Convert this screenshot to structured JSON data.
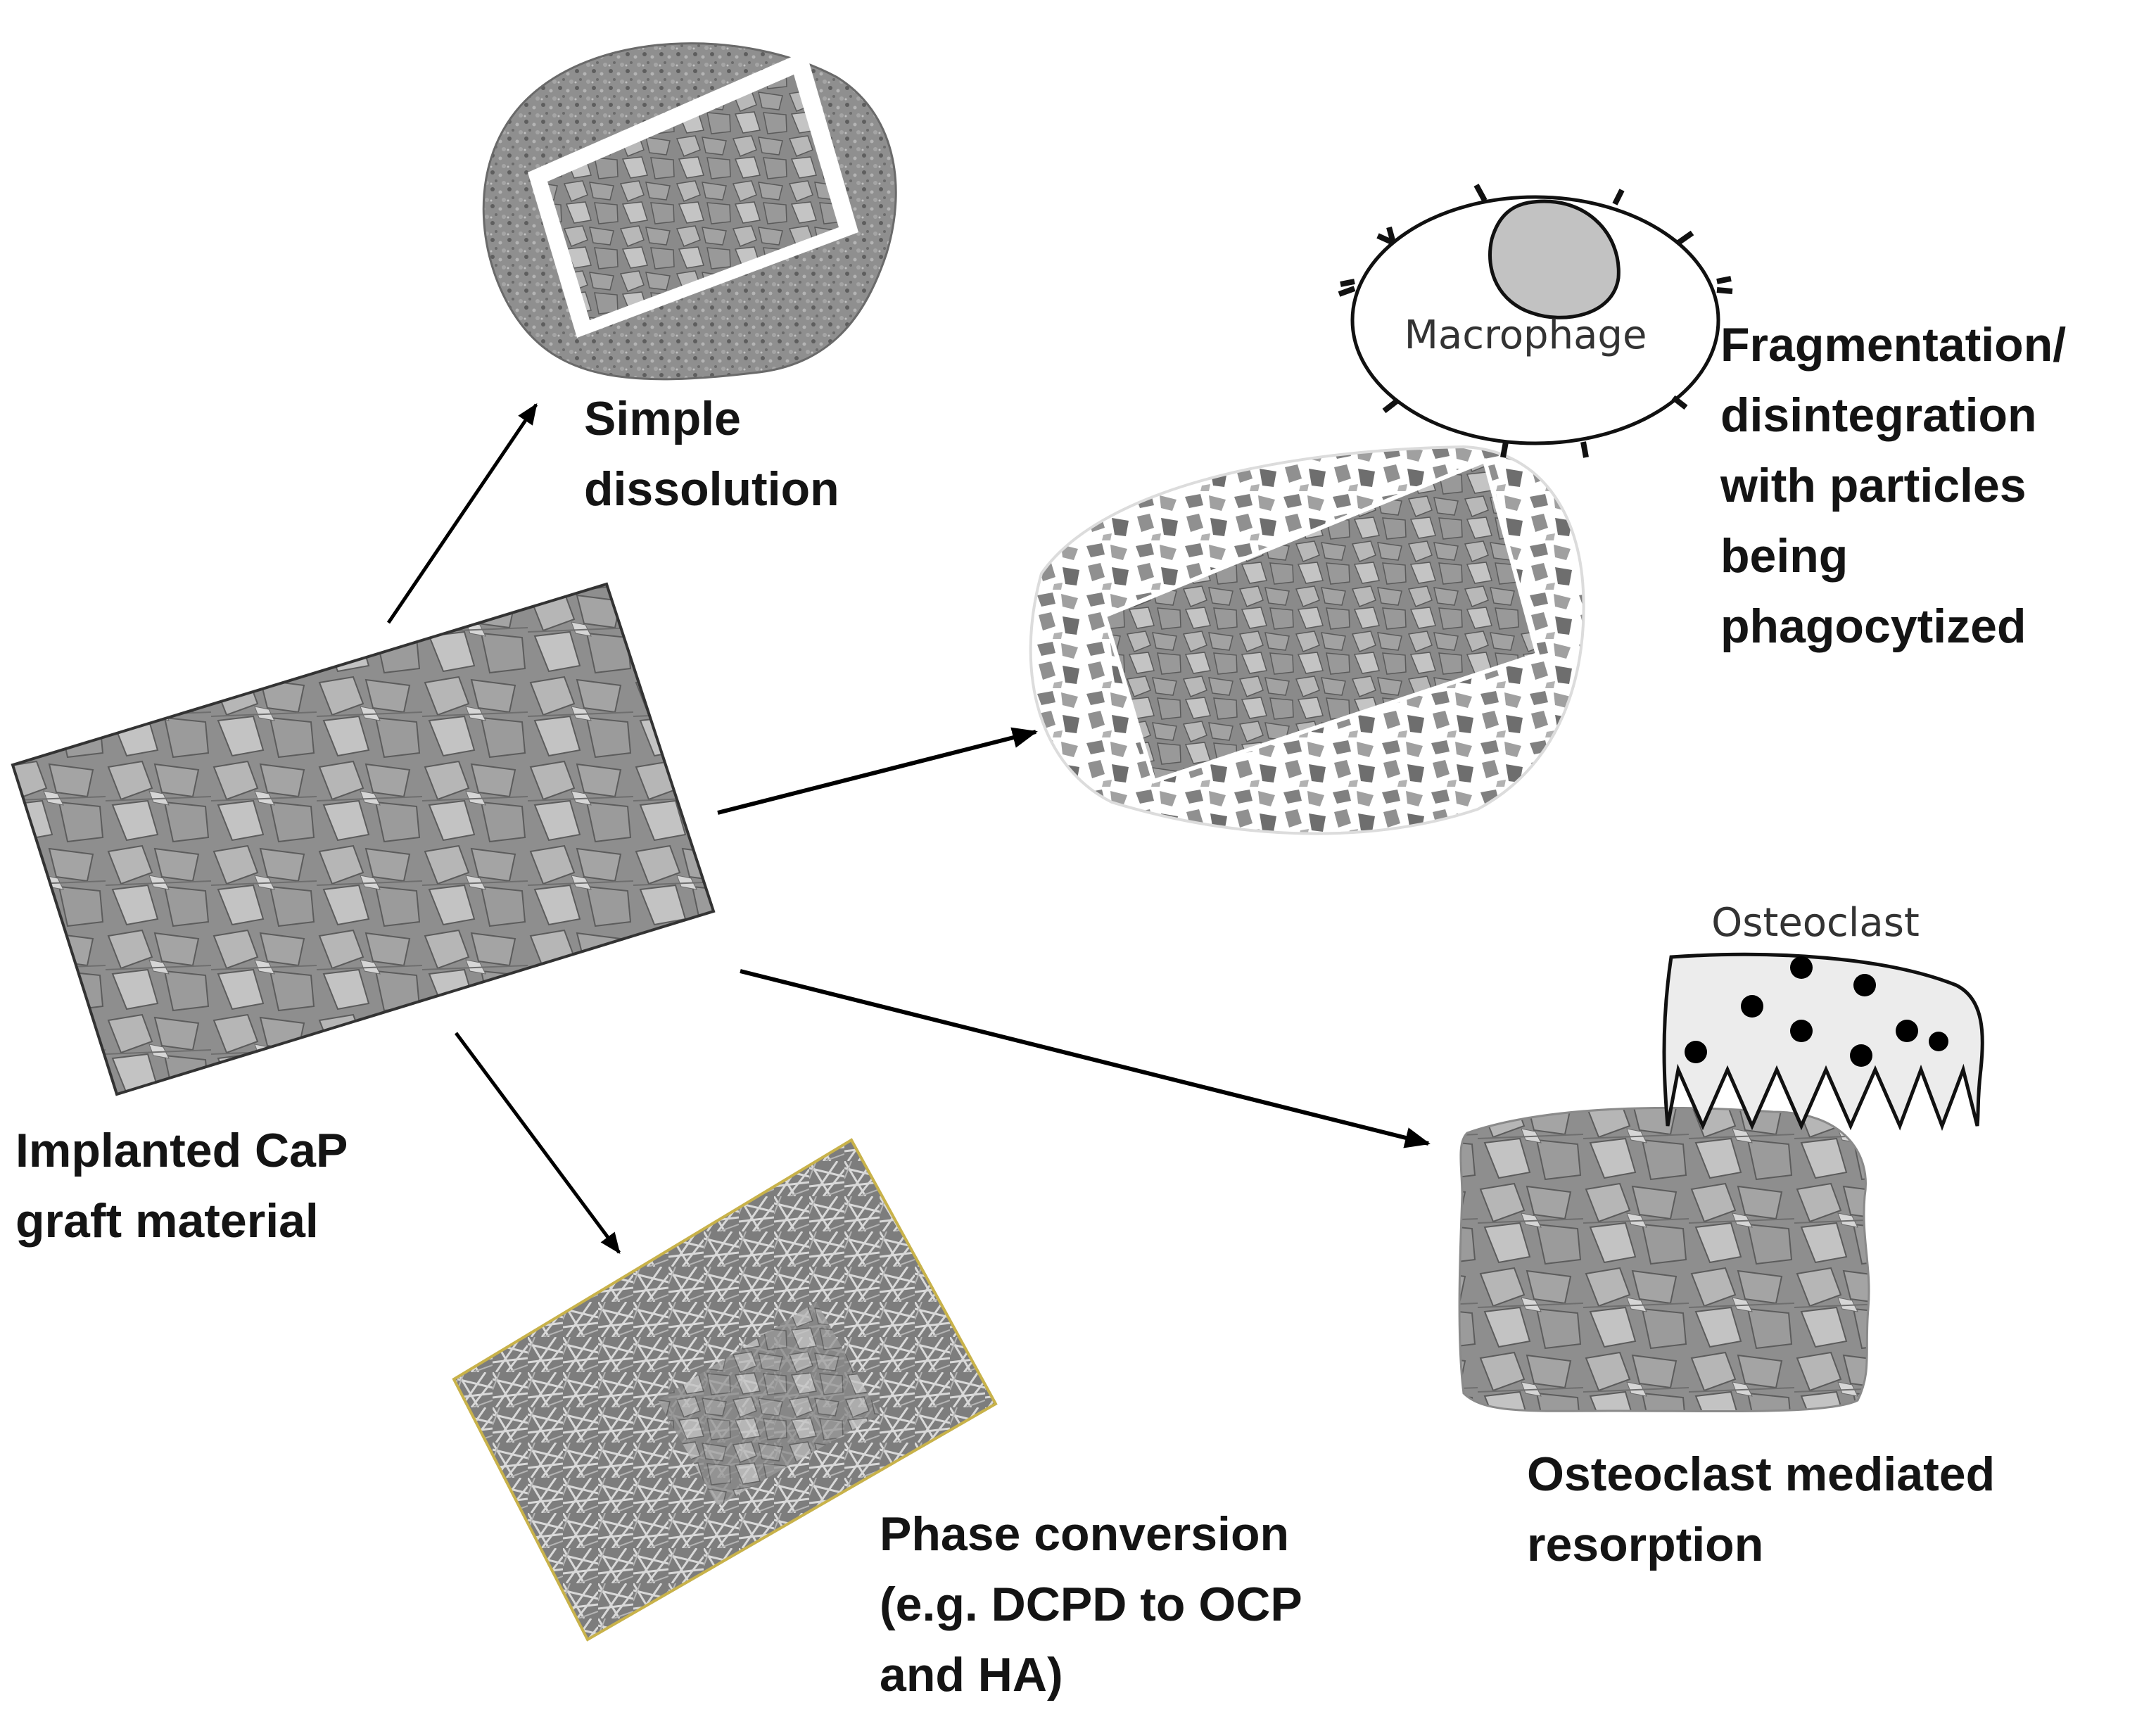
{
  "labels": {
    "implanted": [
      "Implanted CaP",
      "graft material"
    ],
    "dissolution": [
      "Simple",
      "dissolution"
    ],
    "fragmentation": [
      "Fragmentation/",
      "disintegration",
      "with particles",
      "being",
      "phagocytized"
    ],
    "osteoclast_resorption": [
      "Osteoclast mediated",
      "resorption"
    ],
    "phase_conversion": [
      "Phase conversion",
      "(e.g. DCPD to OCP",
      "and HA)"
    ]
  },
  "cells": {
    "macrophage": "Macrophage",
    "osteoclast": "Osteoclast"
  }
}
